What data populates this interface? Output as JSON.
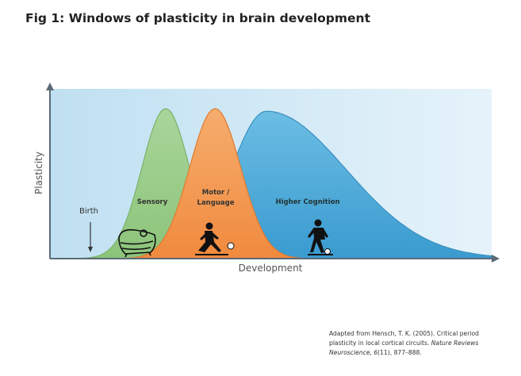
{
  "title": "Fig 1: Windows of plasticity in brain development",
  "chart_data": {
    "type": "area",
    "xlabel": "Development",
    "ylabel": "Plasticity",
    "xlim": [
      0,
      100
    ],
    "ylim": [
      0,
      1
    ],
    "grid": false,
    "annotation": "Birth",
    "birth_x": 9,
    "series": [
      {
        "name": "Higher Cognition",
        "color": "#5aaed6",
        "peak_x": 49,
        "peak_y": 0.86,
        "sigma_left": 8,
        "sigma_right": 18
      },
      {
        "name": "Sensory",
        "color": "#9fcf8f",
        "peak_x": 26.2,
        "peak_y": 0.875,
        "sigma_left": 5.4,
        "sigma_right": 5.4
      },
      {
        "name": "Motor / Language",
        "color": "#f39a55",
        "peak_x": 37.4,
        "peak_y": 0.875,
        "sigma_left": 5.8,
        "sigma_right": 5.8
      }
    ]
  },
  "citation": {
    "line1": "Adapted from Hensch, T. K. (2005).  Critical period",
    "line2a": "plasticity in local cortical circuits. ",
    "line2b": "Nature Reviews",
    "line3a": "Neuroscience, 6",
    "line3b": "(11), 877–888."
  }
}
